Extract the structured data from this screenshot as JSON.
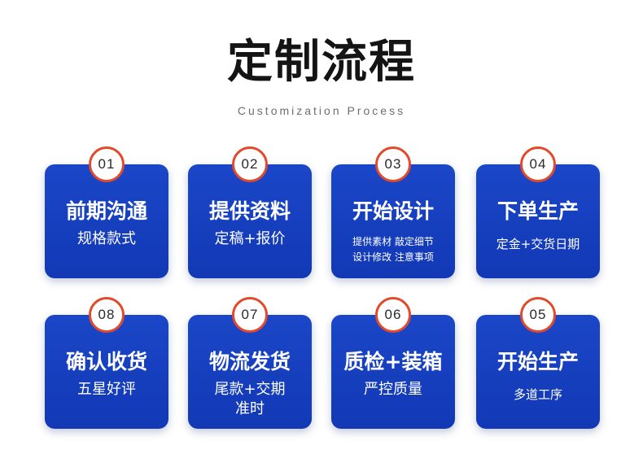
{
  "header": {
    "title": "定制流程",
    "subtitle": "Customization Process"
  },
  "steps": [
    {
      "number": "01",
      "title": "前期沟通",
      "subtitle": "规格款式"
    },
    {
      "number": "02",
      "title": "提供资料",
      "subtitle": "定稿+报价"
    },
    {
      "number": "03",
      "title": "开始设计",
      "subtitle": "提供素材 敲定细节\n设计修改 注意事项"
    },
    {
      "number": "04",
      "title": "下单生产",
      "subtitle": "定金+交货日期"
    },
    {
      "number": "08",
      "title": "确认收货",
      "subtitle": "五星好评"
    },
    {
      "number": "07",
      "title": "物流发货",
      "subtitle": "尾款+交期\n准时"
    },
    {
      "number": "06",
      "title": "质检+装箱",
      "subtitle": "严控质量"
    },
    {
      "number": "05",
      "title": "开始生产",
      "subtitle": "多道工序"
    }
  ],
  "colors": {
    "card": "#1a47c8",
    "badge_ring": "#e24a2c",
    "title": "#141414"
  }
}
